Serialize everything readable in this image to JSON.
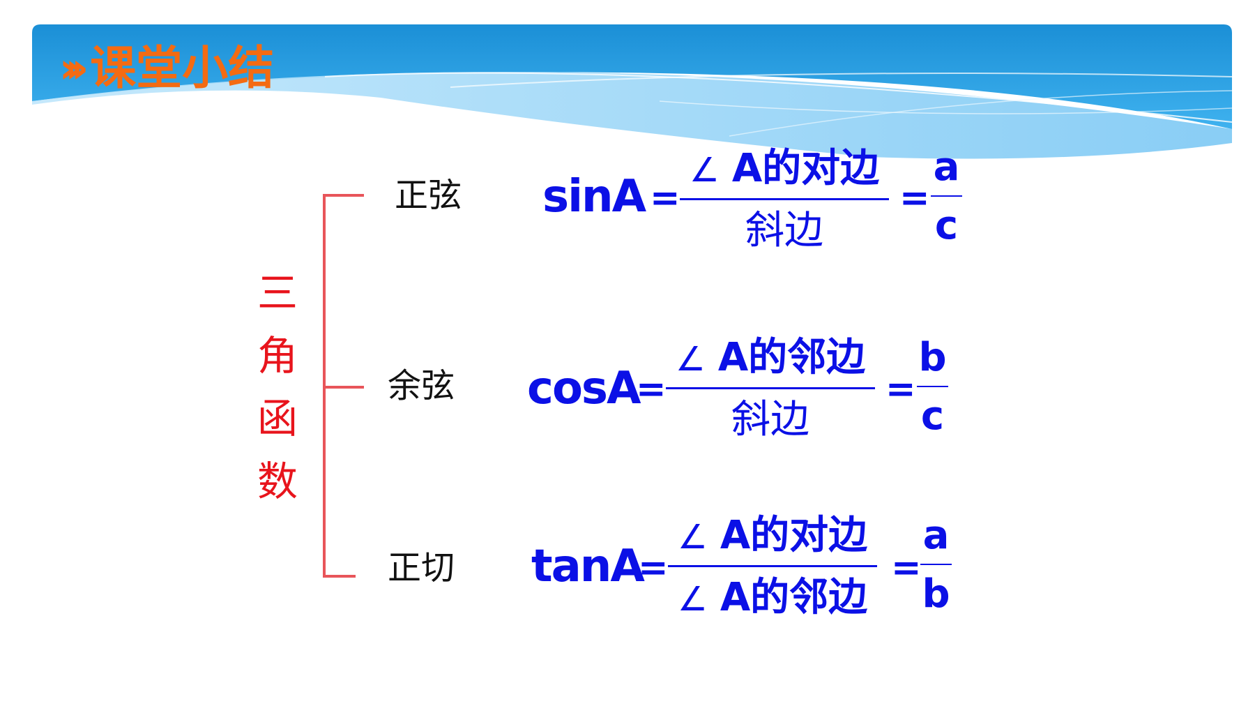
{
  "header": {
    "chevron_icon": "double-chevron-right-icon",
    "title": "课堂小结",
    "title_color": "#f46b12",
    "band_color": "#1a9ae0"
  },
  "category": {
    "label": [
      "三",
      "角",
      "函",
      "数"
    ],
    "color": "#e8141c",
    "bracket_color": "#e8555a"
  },
  "formulas": [
    {
      "name": "正弦",
      "lhs": "sinA",
      "eq1": "=",
      "angle": "∠",
      "num_rest": "A的对边",
      "den": "斜边",
      "eq2": "=",
      "simple_num": "a",
      "simple_den": "c"
    },
    {
      "name": "余弦",
      "lhs": "cosA",
      "eq1": "=",
      "angle": "∠",
      "num_rest": "A的邻边",
      "den": "斜边",
      "eq2": "=",
      "simple_num": "b",
      "simple_den": "c"
    },
    {
      "name": "正切",
      "lhs": "tanA",
      "eq1": "=",
      "angle": "∠",
      "num_rest": "A的对边",
      "den_angle": "∠",
      "den": "A的邻边",
      "eq2": "=",
      "simple_num": "a",
      "simple_den": "b"
    }
  ],
  "colors": {
    "formula": "#0b10e6",
    "branch_text": "#111111"
  }
}
